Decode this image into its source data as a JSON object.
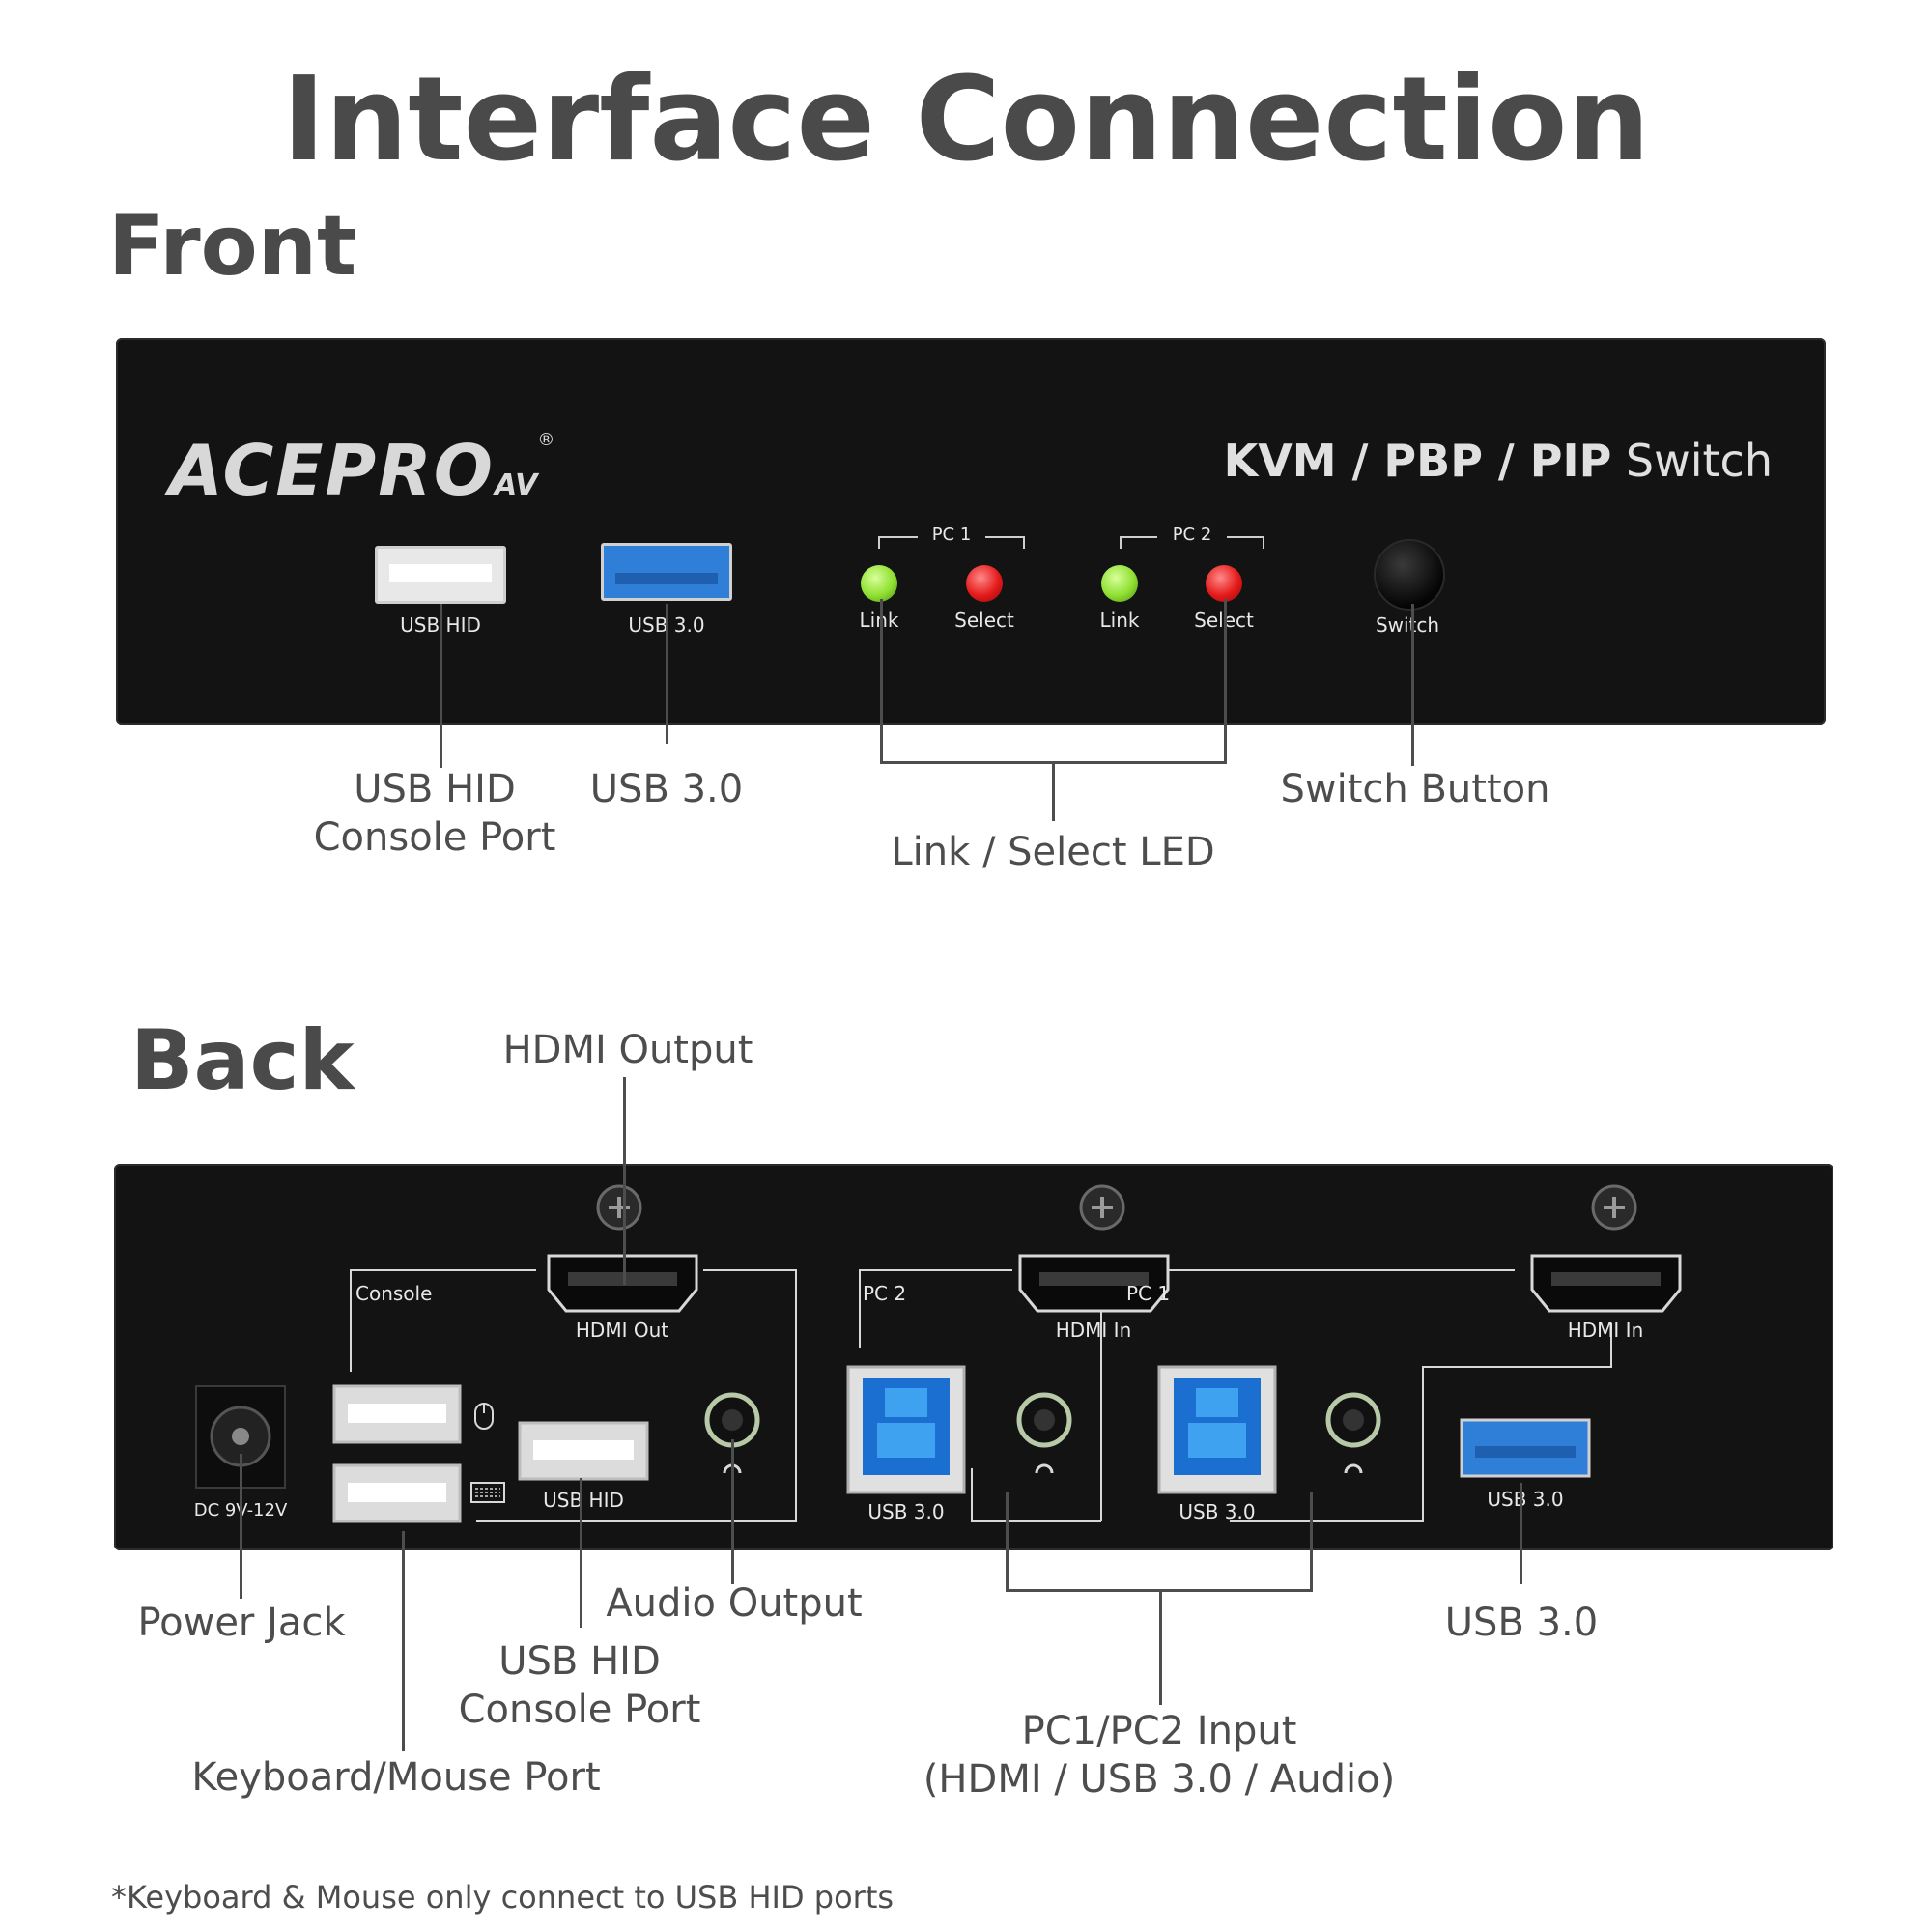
{
  "title": "Interface Connection",
  "front": {
    "heading": "Front",
    "brand": "ACEPRO",
    "brand_suffix": "AV",
    "brand_reg": "®",
    "model_bold": "KVM / PBP / PIP",
    "model_light": "Switch",
    "port_labels": {
      "usb_hid": "USB HID",
      "usb_30": "USB 3.0",
      "pc1": "PC 1",
      "pc2": "PC 2",
      "link": "Link",
      "select": "Select",
      "switch": "Switch"
    },
    "callouts": {
      "usb_hid_line1": "USB HID",
      "usb_hid_line2": "Console Port",
      "usb_30": "USB 3.0",
      "led": "Link / Select LED",
      "switch_button": "Switch Button"
    },
    "colors": {
      "link_led": "#8fe032",
      "select_led": "#e51a1a",
      "usb3_blue": "#2f7fd8"
    }
  },
  "back": {
    "heading": "Back",
    "port_labels": {
      "console": "Console",
      "hdmi_out": "HDMI Out",
      "pc2": "PC 2",
      "pc1": "PC 1",
      "hdmi_in": "HDMI In",
      "usb_hid": "USB HID",
      "usb_30": "USB 3.0",
      "dc": "DC 9V-12V"
    },
    "callouts": {
      "hdmi_output": "HDMI Output",
      "power_jack": "Power Jack",
      "audio_output": "Audio Output",
      "usb_hid_line1": "USB HID",
      "usb_hid_line2": "Console Port",
      "keyboard_mouse": "Keyboard/Mouse Port",
      "pc_input_line1": "PC1/PC2 Input",
      "pc_input_line2": "(HDMI / USB 3.0 / Audio)",
      "usb_30": "USB 3.0"
    },
    "icons": [
      "mouse-icon",
      "keyboard-icon",
      "headphone-icon",
      "screw-icon"
    ]
  },
  "footnote": "*Keyboard & Mouse only connect to USB HID ports"
}
